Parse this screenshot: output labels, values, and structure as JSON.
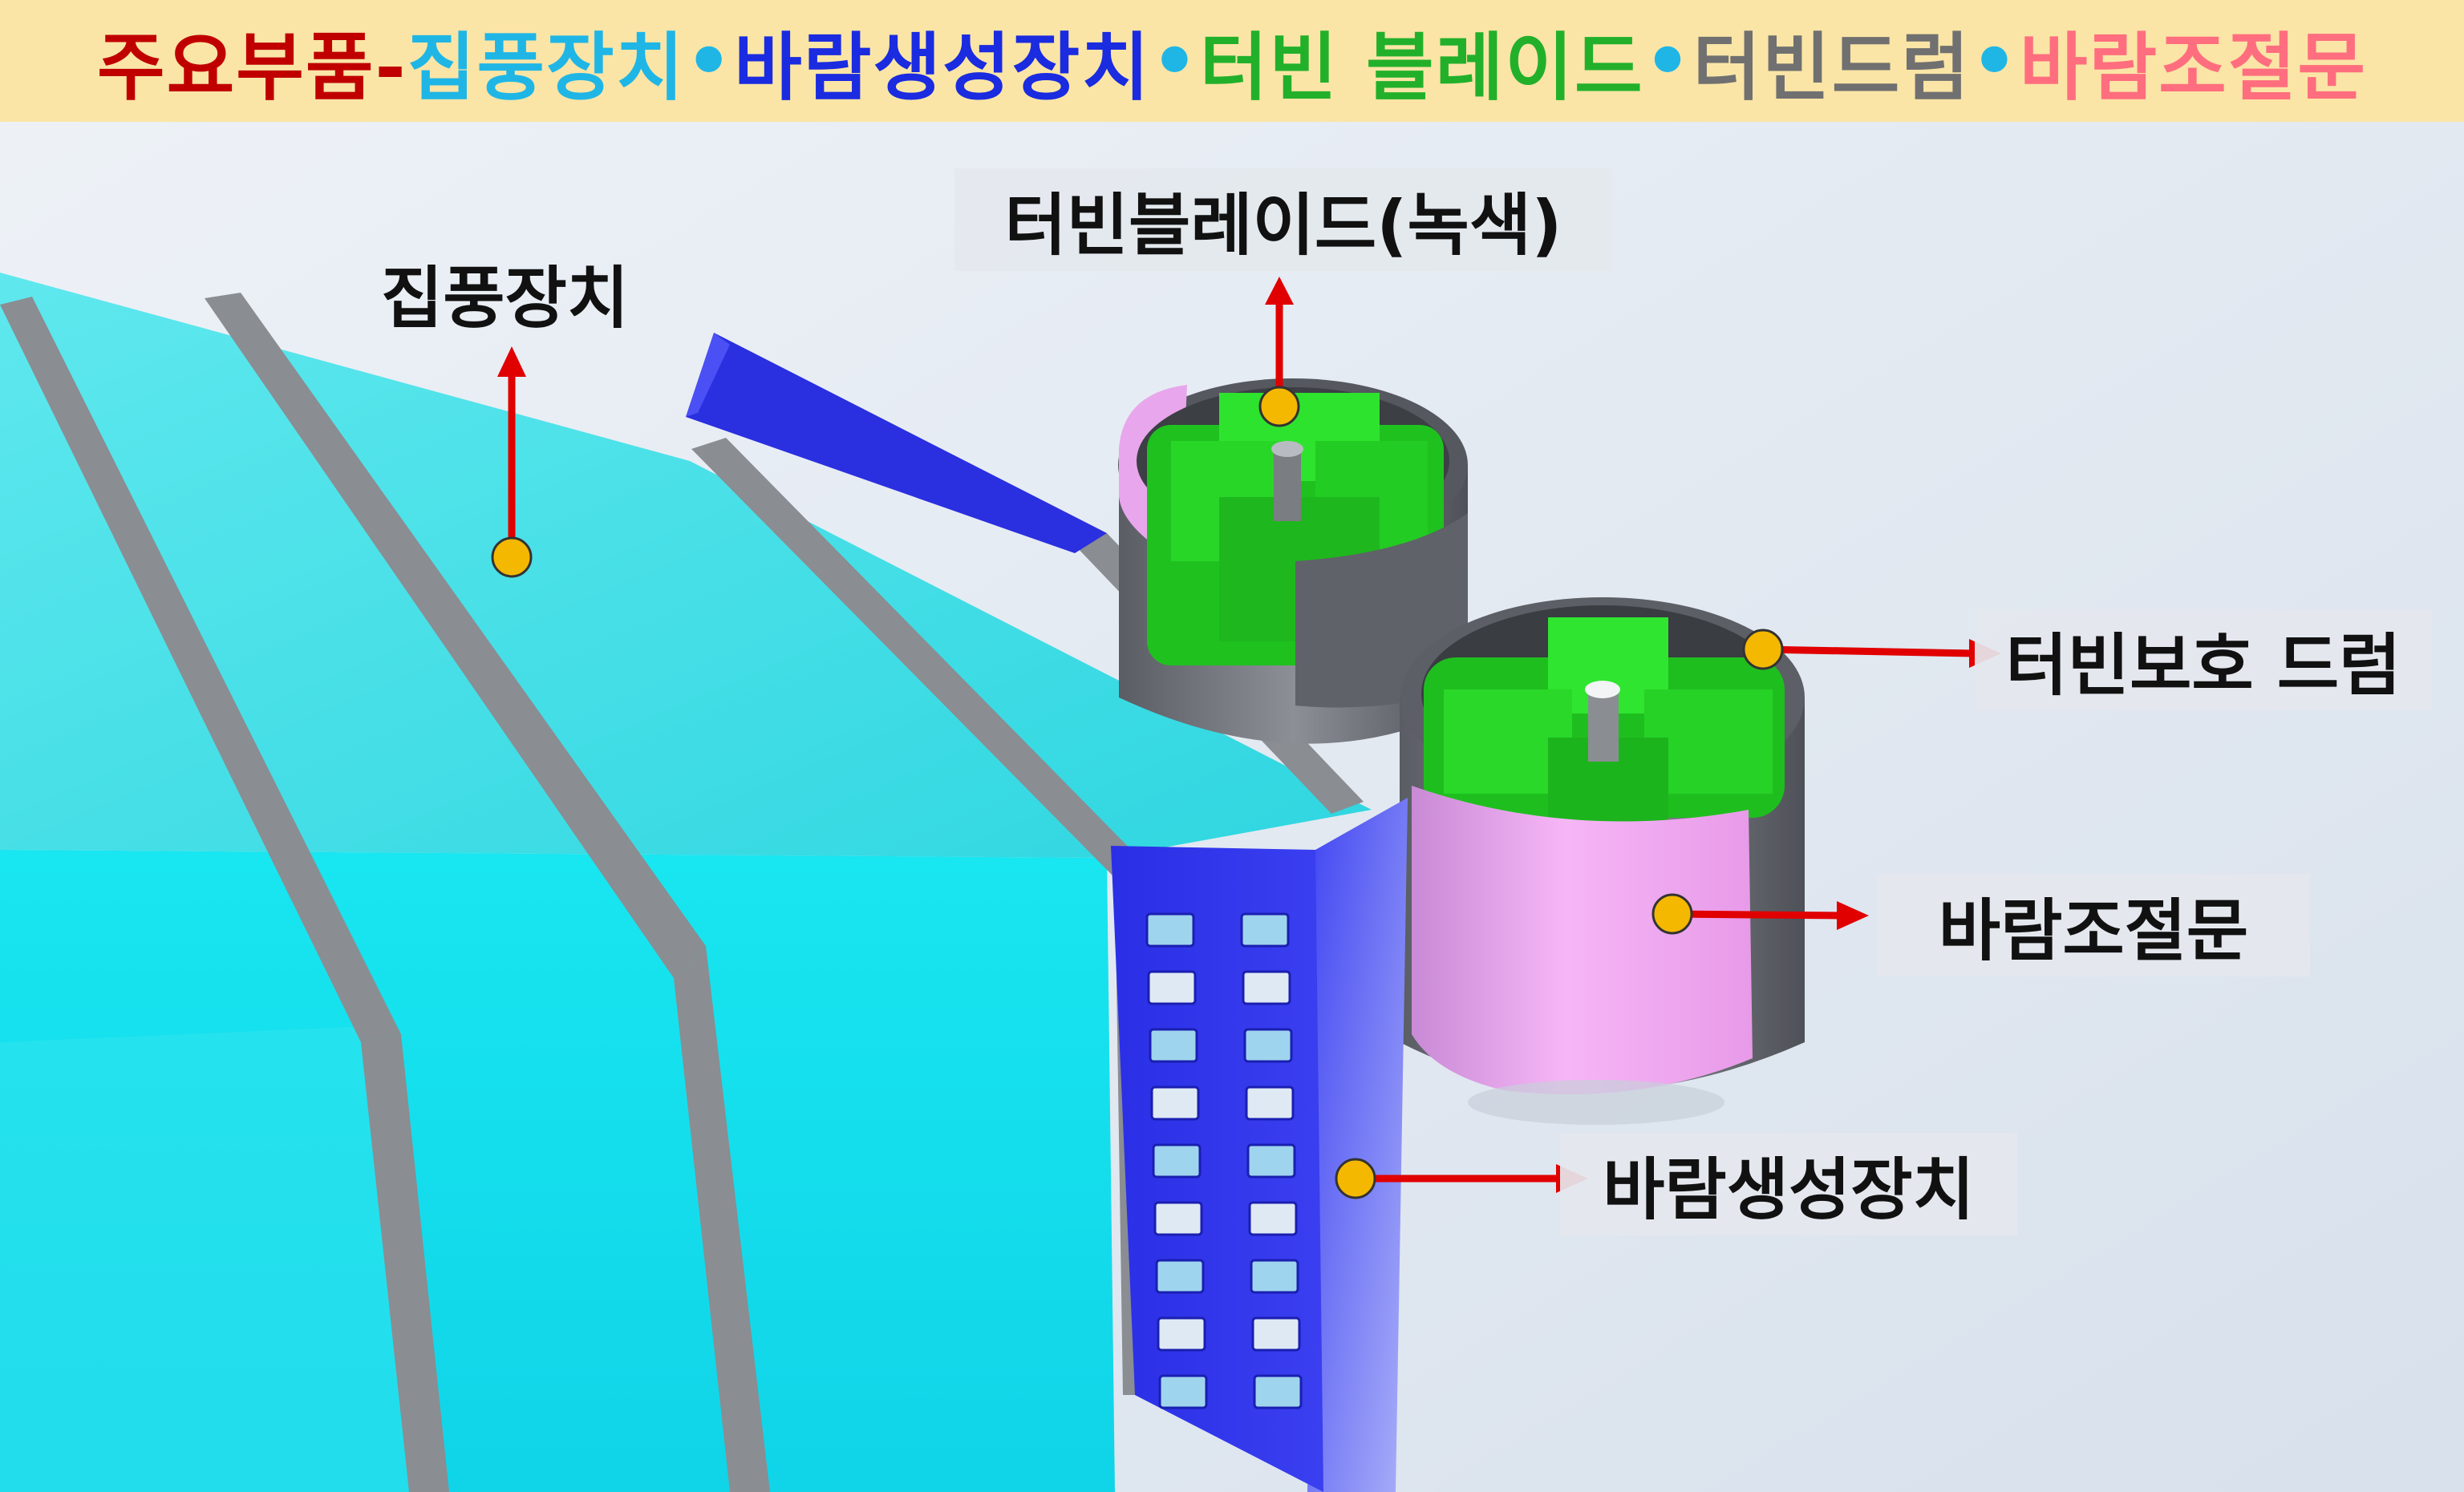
{
  "title": {
    "parts": [
      {
        "text": "주요부품-",
        "color": "#c00000"
      },
      {
        "text": "집풍장치",
        "color": "#1fb6e6"
      },
      {
        "text": "•",
        "color": "#1fb6e6"
      },
      {
        "text": "바람생성장치",
        "color": "#1a2be0"
      },
      {
        "text": "•",
        "color": "#1fb6e6"
      },
      {
        "text": "터빈 블레이드",
        "color": "#22b02a"
      },
      {
        "text": "•",
        "color": "#1fb6e6"
      },
      {
        "text": "터빈드럼",
        "color": "#707070"
      },
      {
        "text": "•",
        "color": "#1fb6e6"
      },
      {
        "text": "바람조절문",
        "color": "#ff6e7e"
      }
    ]
  },
  "labels": {
    "collector": "집풍장치",
    "turbine_blade": "터빈블레이드(녹색)",
    "turbine_drum": "터빈보호 드럼",
    "wind_door": "바람조절문",
    "wind_generator": "바람생성장치"
  },
  "colors": {
    "collector": "#22e2ea",
    "collector_rail": "#8a8d92",
    "generator": "#2a2fe0",
    "blade": "#22d322",
    "drum": "#6a6d72",
    "door": "#f2aaf2",
    "arrow": "#e00000",
    "dot": "#f5b800"
  }
}
